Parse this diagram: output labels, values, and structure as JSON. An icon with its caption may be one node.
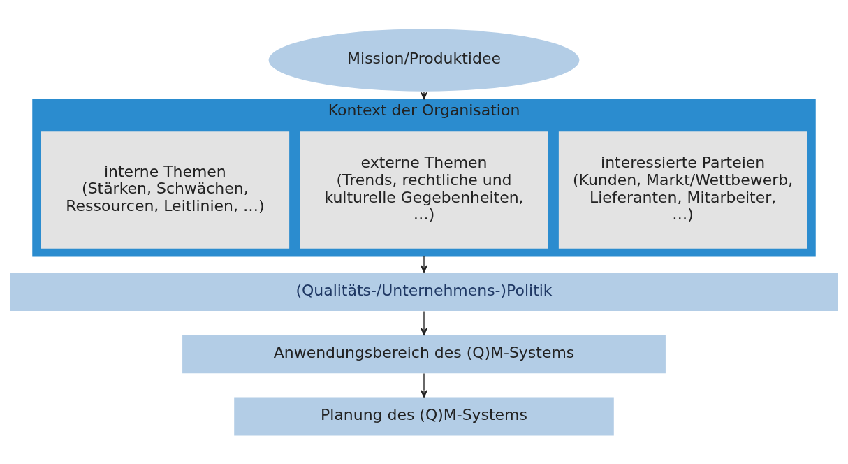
{
  "diagram": {
    "nodes": [
      {
        "text": [
          "Mission/Produktidee"
        ]
      },
      {
        "text": [
          "Kontext der Organisation"
        ]
      },
      {
        "text": [
          "interne Themen",
          "(Stärken, Schwächen, Ressourcen, Leitlinien, …)"
        ],
        "in": 1
      },
      {
        "text": [
          "externe Themen",
          "(Trends, rechtliche und kulturelle Gegebenheiten, …)"
        ],
        "in": 1
      },
      {
        "text": [
          "interessierte Parteien",
          "(Kunden, Markt/Wettbewerb, Lieferanten, Mitarbeiter, …)"
        ],
        "in": 1
      },
      {
        "text": [
          "(Qualitäts-/Unternehmens-)Politik"
        ]
      },
      {
        "text": [
          "Anwendungsbereich des (Q)M-Systems"
        ]
      },
      {
        "text": [
          "Planung des (Q)M-Systems"
        ]
      }
    ],
    "edges": [
      {
        "from": 0,
        "to": 1,
        "arrow": "to"
      },
      {
        "from": 1,
        "to": 5,
        "arrow": "to"
      },
      {
        "from": 5,
        "to": 6,
        "arrow": "to"
      },
      {
        "from": 6,
        "to": 7,
        "arrow": "to"
      }
    ]
  }
}
